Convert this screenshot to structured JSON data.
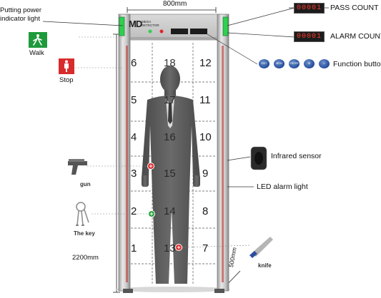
{
  "header": {
    "width_label": "800mm",
    "brand_logo": "MD",
    "brand_text": "MEGA DETECTOR",
    "height_label": "2200mm",
    "depth_label": "500mm"
  },
  "callouts": {
    "power_light": "Putting power indicator light",
    "pass_count": "PASS COUNT",
    "alarm_count": "ALARM COUNT",
    "function_button": "Function button",
    "infrared_sensor": "Infrared sensor",
    "led_alarm_light": "LED alarm light",
    "walk": "Walk",
    "stop": "Stop"
  },
  "counters": {
    "pass": "00001",
    "alarm": "00001"
  },
  "function_buttons": [
    "EXIT",
    "MON",
    "ENTER",
    "+",
    "-"
  ],
  "items": {
    "gun": "gun",
    "key": "The key",
    "knife": "knife"
  },
  "zones": {
    "left": [
      "6",
      "5",
      "4",
      "3",
      "2",
      "1"
    ],
    "middle": [
      "18",
      "17",
      "16",
      "15",
      "14",
      "13"
    ],
    "right": [
      "12",
      "11",
      "10",
      "9",
      "8",
      "7"
    ]
  },
  "colors": {
    "walk_sign": "#1e9a3c",
    "stop_sign": "#d82c2c",
    "frame_green_light": "#2fd04f",
    "led_red": "#c0261f",
    "detected_red": "#e0262a",
    "detected_green": "#23a03a",
    "button_blue": "#234d9c"
  }
}
